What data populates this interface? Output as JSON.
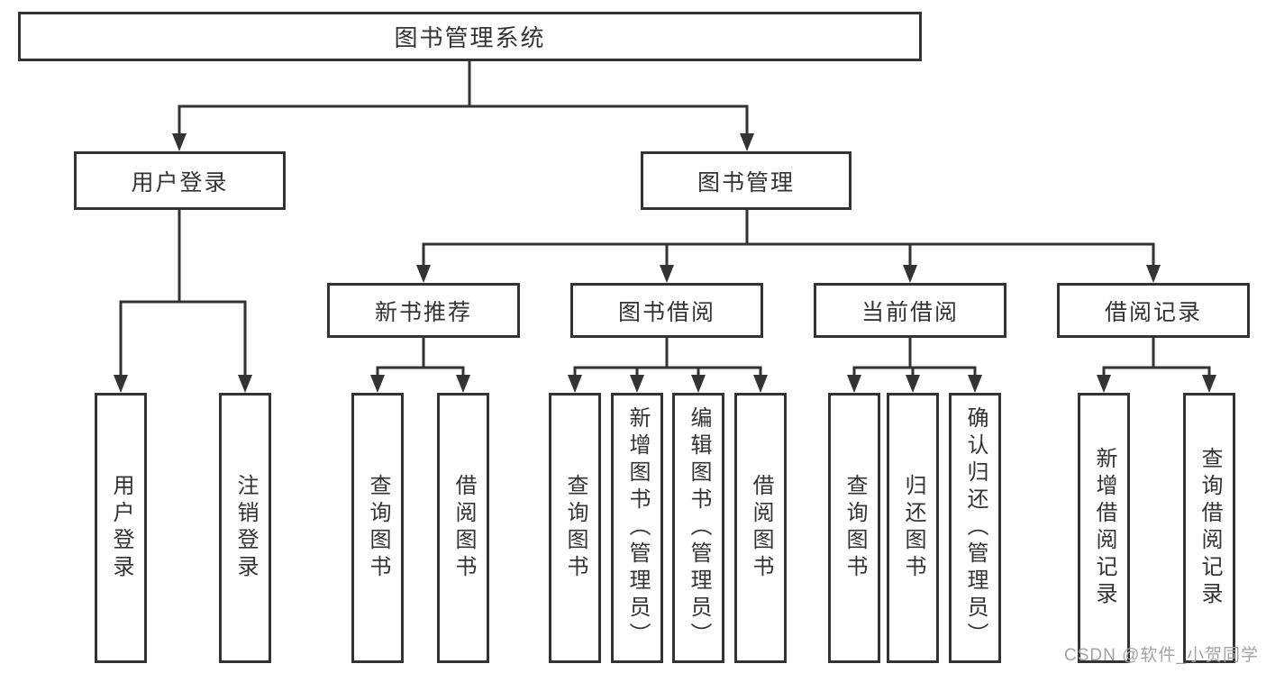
{
  "colors": {
    "background": "#ffffff",
    "box_border": "#333333",
    "line": "#333333",
    "text": "#333333",
    "watermark": "#a3a3a3"
  },
  "nodes": {
    "root": {
      "label": "图书管理系统"
    },
    "user_login": {
      "label": "用户登录",
      "children": [
        {
          "label": "用户登录"
        },
        {
          "label": "注销登录"
        }
      ]
    },
    "book_mgmt": {
      "label": "图书管理",
      "children": [
        {
          "label": "新书推荐",
          "children": [
            {
              "label": "查询图书"
            },
            {
              "label": "借阅图书"
            }
          ]
        },
        {
          "label": "图书借阅",
          "children": [
            {
              "label": "查询图书"
            },
            {
              "label": "新增图书（管理员）"
            },
            {
              "label": "编辑图书（管理员）"
            },
            {
              "label": "借阅图书"
            }
          ]
        },
        {
          "label": "当前借阅",
          "children": [
            {
              "label": "查询图书"
            },
            {
              "label": "归还图书"
            },
            {
              "label": "确认归还（管理员）"
            }
          ]
        },
        {
          "label": "借阅记录",
          "children": [
            {
              "label": "新增借阅记录"
            },
            {
              "label": "查询借阅记录"
            }
          ]
        }
      ]
    }
  },
  "watermark": {
    "text": "CSDN @软件_小贺同学"
  }
}
